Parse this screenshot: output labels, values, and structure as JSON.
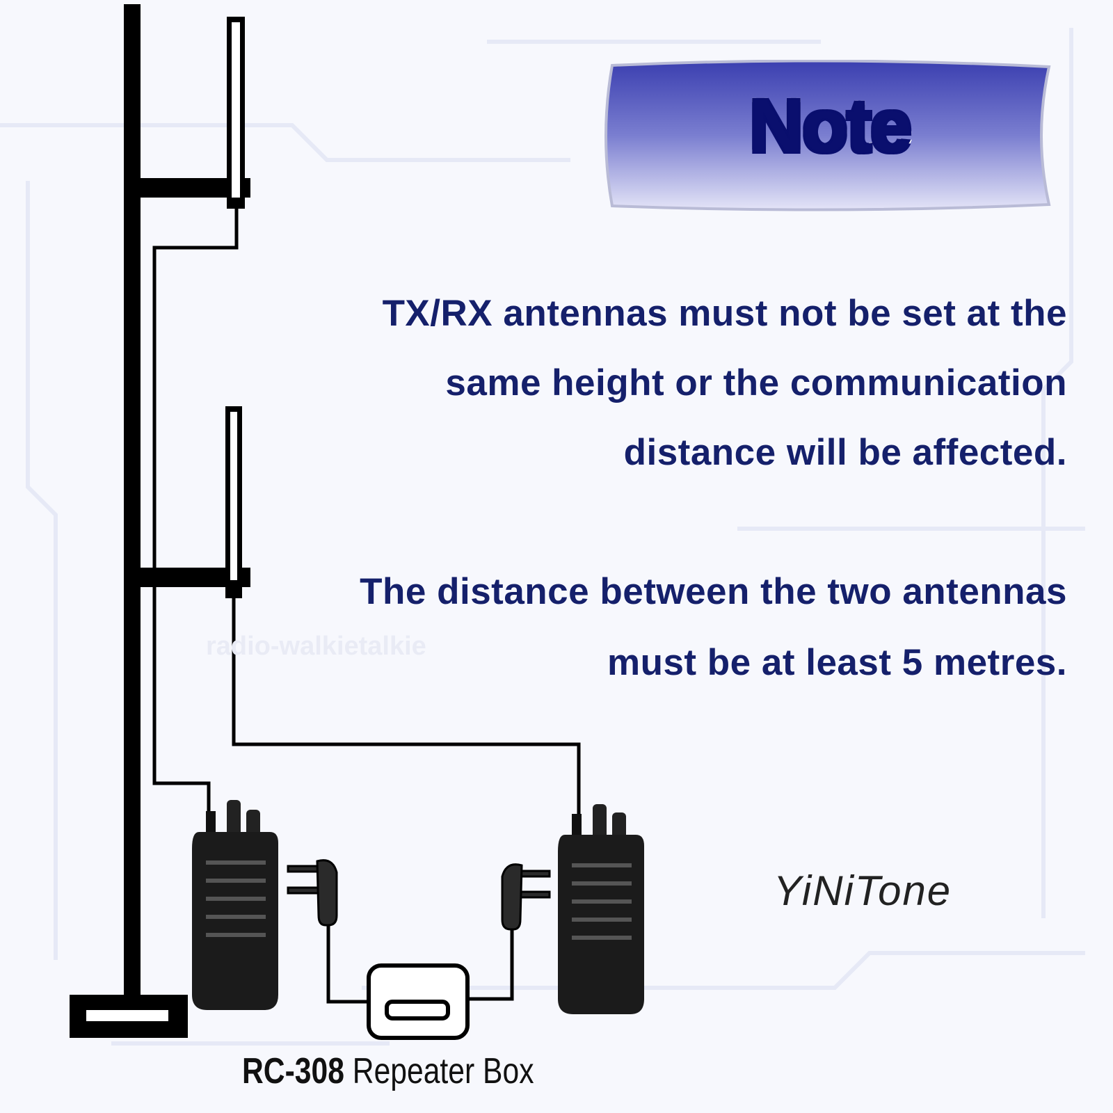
{
  "note": {
    "title": "Note",
    "paragraph1": [
      "TX/RX antennas must not be set at the",
      "same height or the communication",
      "distance will be affected."
    ],
    "paragraph2": [
      "The distance between the two antennas",
      "must be at least 5 metres."
    ]
  },
  "brand": "YiNiTone",
  "watermark": "radio-walkietalkie",
  "repeater": {
    "model": "RC-308",
    "name": "Repeater Box"
  },
  "icons": [
    "antenna-mast-icon",
    "walkie-talkie-icon",
    "repeater-box-icon",
    "connector-plug-icon"
  ],
  "colors": {
    "banner_gradient_top": "#3b3fb0",
    "banner_gradient_bottom": "#dcdcf5",
    "text_navy": "#15206b",
    "title_navy": "#0a0f6e"
  }
}
